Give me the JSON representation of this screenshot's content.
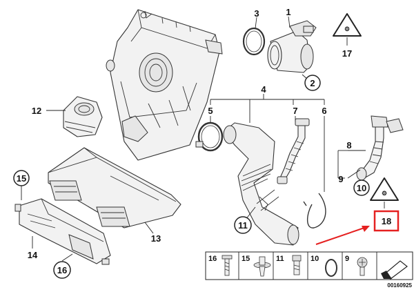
{
  "callouts": {
    "c1": "1",
    "c2": "2",
    "c3": "3",
    "c4": "4",
    "c5": "5",
    "c6": "6",
    "c7": "7",
    "c8": "8",
    "c9": "9",
    "c10": "10",
    "c11": "11",
    "c12": "12",
    "c13": "13",
    "c14": "14",
    "c15": "15",
    "c16": "16",
    "c17": "17",
    "c18": "18"
  },
  "legend": {
    "item_16": "16",
    "item_15": "15",
    "item_11": "11",
    "item_10": "10",
    "item_9": "9"
  },
  "diagram_code": "00160925",
  "colors": {
    "highlight": "#e52020",
    "line": "#222222"
  },
  "icons": {
    "warning_label_17": "triangle-label-icon",
    "warning_label_18": "triangle-label-icon",
    "hardware_box": "arrow-box-icon"
  }
}
